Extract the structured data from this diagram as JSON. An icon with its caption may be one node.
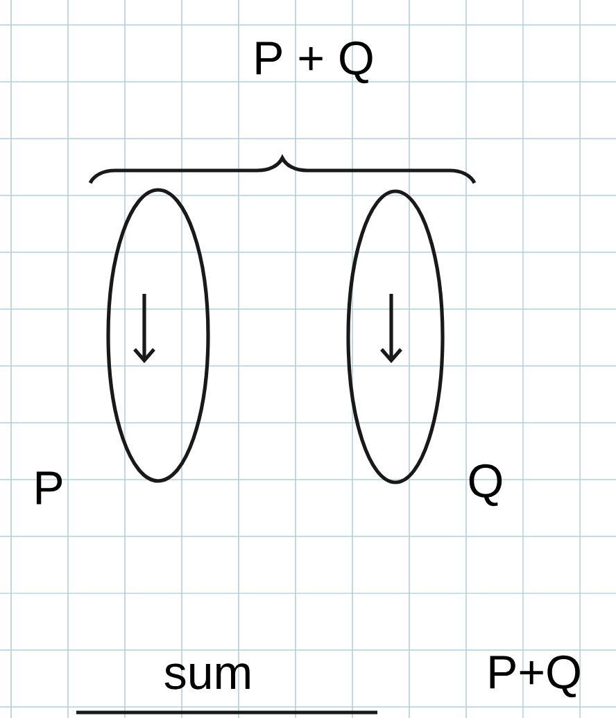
{
  "diagram": {
    "nodes": [
      {
        "text": [],
        "shape": "ellipse",
        "beside": [
          "P"
        ]
      },
      {
        "text": [],
        "shape": "ellipse",
        "beside": [
          "Q"
        ]
      }
    ],
    "labels": [
      "P + Q",
      "sum",
      "P+Q"
    ]
  }
}
